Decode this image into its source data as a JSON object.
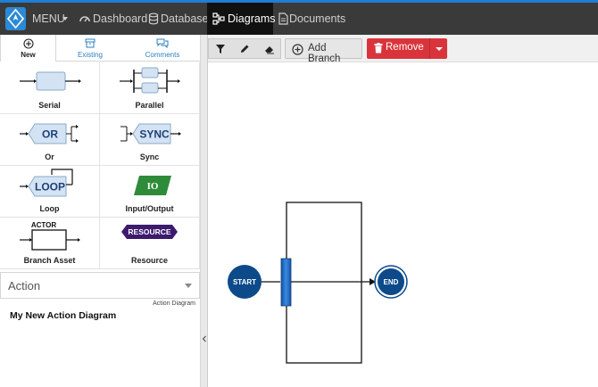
{
  "nav": {
    "menu_label": "MENU",
    "items": [
      {
        "label": "Dashboard",
        "icon": "dashboard-icon"
      },
      {
        "label": "Database",
        "icon": "database-icon"
      },
      {
        "label": "Diagrams",
        "icon": "diagram-icon",
        "active": true
      },
      {
        "label": "Documents",
        "icon": "document-icon"
      }
    ]
  },
  "sidebar": {
    "tabs": [
      {
        "label": "New",
        "icon": "plus-circle-icon",
        "active": true
      },
      {
        "label": "Existing",
        "icon": "archive-icon"
      },
      {
        "label": "Comments",
        "icon": "comments-icon"
      }
    ],
    "palette": [
      {
        "label": "Serial"
      },
      {
        "label": "Parallel"
      },
      {
        "label": "Or",
        "shape_text": "OR"
      },
      {
        "label": "Sync",
        "shape_text": "SYNC"
      },
      {
        "label": "Loop",
        "shape_text": "LOOP"
      },
      {
        "label": "Input/Output",
        "shape_text": "IO"
      },
      {
        "label": "Branch Asset",
        "shape_text": "ACTOR"
      },
      {
        "label": "Resource",
        "shape_text": "RESOURCE"
      }
    ],
    "action_select": {
      "value": "Action"
    },
    "diagram_type": "Action Diagram",
    "diagram_name": "My New Action Diagram"
  },
  "toolbar": {
    "add_branch_label": "Add Branch",
    "remove_label": "Remove"
  },
  "canvas": {
    "start_label": "START",
    "end_label": "END"
  },
  "colors": {
    "brand": "#2b89d6",
    "navbar": "#3a3a3a",
    "remove": "#d9343b",
    "node_blue": "#0d4a8a",
    "io_green": "#2e8b3a",
    "resource_purple": "#3d1a6e"
  }
}
